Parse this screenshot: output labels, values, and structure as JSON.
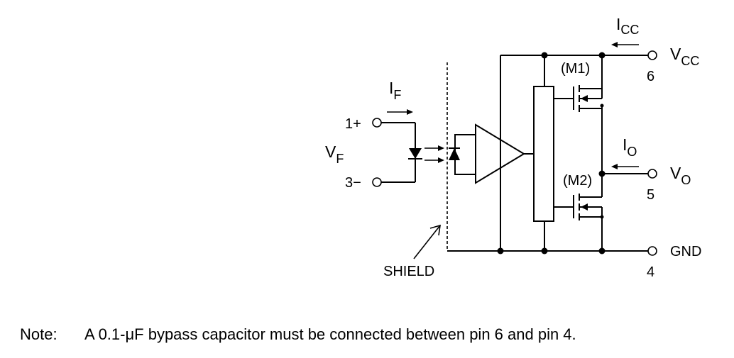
{
  "labels": {
    "icc_main": "I",
    "icc_sub": "CC",
    "vcc_main": "V",
    "vcc_sub": "CC",
    "pin6": "6",
    "m1": "(M1)",
    "if_main": "I",
    "if_sub": "F",
    "pin1": "1+",
    "vf_main": "V",
    "vf_sub": "F",
    "pin3": "3−",
    "io_main": "I",
    "io_sub": "O",
    "vo_main": "V",
    "vo_sub": "O",
    "pin5": "5",
    "m2": "(M2)",
    "gnd": "GND",
    "pin4": "4",
    "shield": "SHIELD"
  },
  "note": {
    "prefix": "Note:",
    "text": "A 0.1-μF bypass capacitor must be connected between pin 6 and pin 4."
  }
}
